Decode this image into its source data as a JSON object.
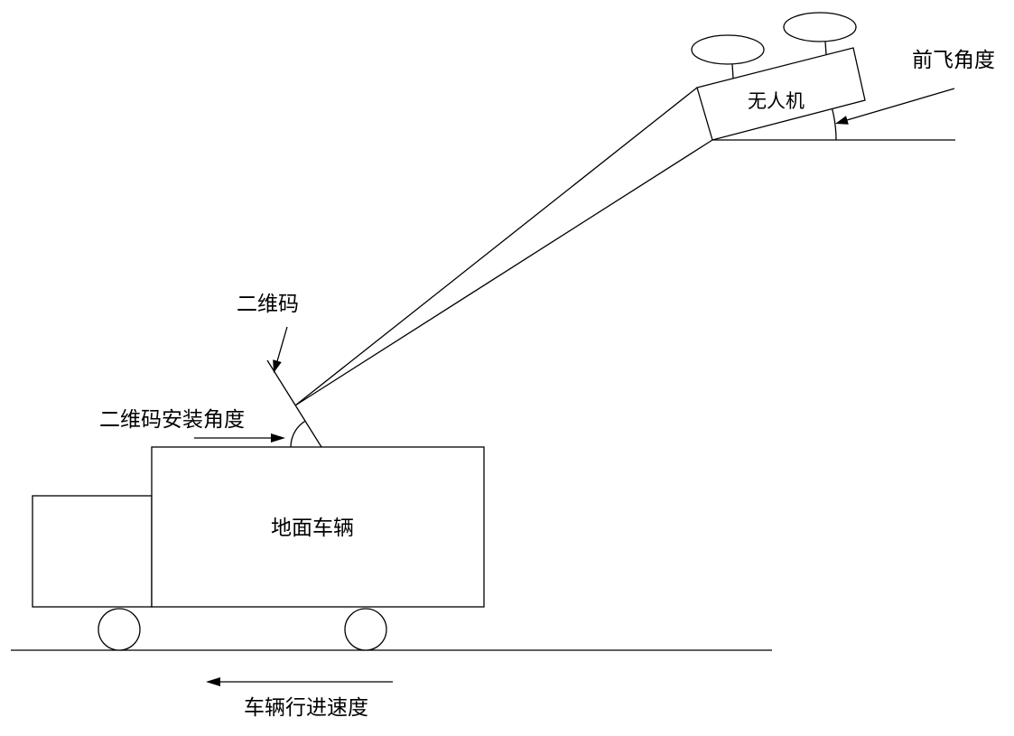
{
  "labels": {
    "qr_code": "二维码",
    "qr_install_angle": "二维码安装角度",
    "ground_vehicle": "地面车辆",
    "drone": "无人机",
    "forward_flight_angle": "前飞角度",
    "vehicle_speed": "车辆行进速度"
  }
}
